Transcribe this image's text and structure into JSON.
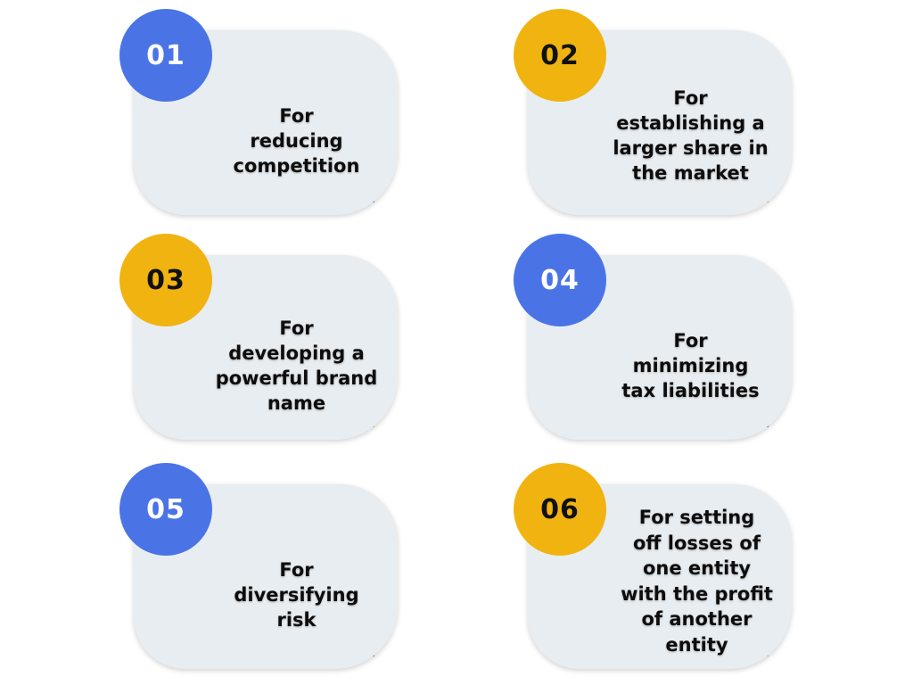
{
  "items": [
    {
      "number": "01",
      "label": "For\nreducing\ncompetition",
      "color": "#4a74e6"
    },
    {
      "number": "02",
      "label": "For\nestablishing a\nlarger share in\nthe market",
      "color": "#f0b310"
    },
    {
      "number": "03",
      "label": "For\ndeveloping a\npowerful brand\nname",
      "color": "#f0b310"
    },
    {
      "number": "04",
      "label": "For\nminimizing\ntax liabilities",
      "color": "#4a74e6"
    },
    {
      "number": "05",
      "label": "For\ndiversifying\nrisk",
      "color": "#4a74e6"
    },
    {
      "number": "06",
      "label": "For setting\noff losses of\none entity\nwith the profit\nof another\nentity",
      "color": "#f0b310"
    }
  ]
}
